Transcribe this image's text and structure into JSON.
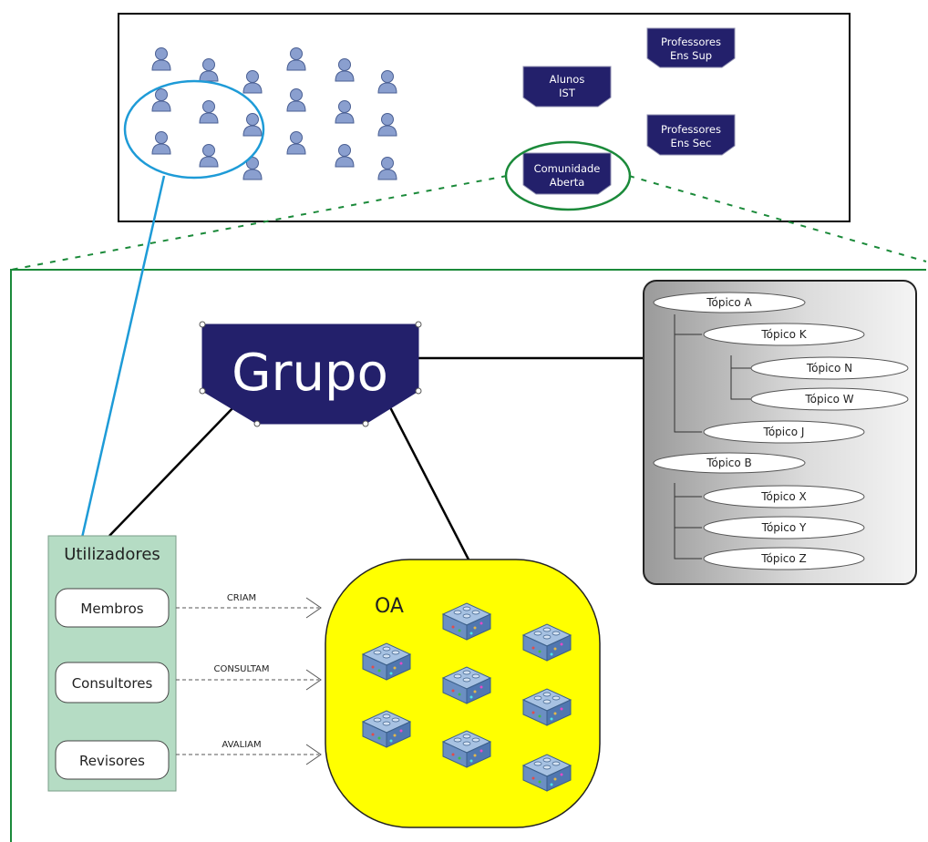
{
  "community": {
    "groups": [
      {
        "line1": "Alunos",
        "line2": "IST"
      },
      {
        "line1": "Professores",
        "line2": "Ens Sup"
      },
      {
        "line1": "Professores",
        "line2": "Ens Sec"
      },
      {
        "line1": "Comunidade",
        "line2": "Aberta"
      }
    ]
  },
  "grupo": {
    "label": "Grupo"
  },
  "users": {
    "title": "Utilizadores",
    "roles": [
      "Membros",
      "Consultores",
      "Revisores"
    ],
    "actions": [
      "CRIAM",
      "CONSULTAM",
      "AVALIAM"
    ]
  },
  "oa": {
    "label": "OA"
  },
  "topics": {
    "a": "Tópico A",
    "k": "Tópico K",
    "n": "Tópico N",
    "w": "Tópico W",
    "j": "Tópico J",
    "b": "Tópico B",
    "x": "Tópico X",
    "y": "Tópico Y",
    "z": "Tópico Z"
  },
  "colors": {
    "group_fill": "#23206b",
    "green": "#1b8a3a",
    "blue": "#1e9bd7",
    "users_fill": "#b5dcc4",
    "oa_fill": "#ffff00",
    "topics_fill": "#c8c8c8"
  }
}
